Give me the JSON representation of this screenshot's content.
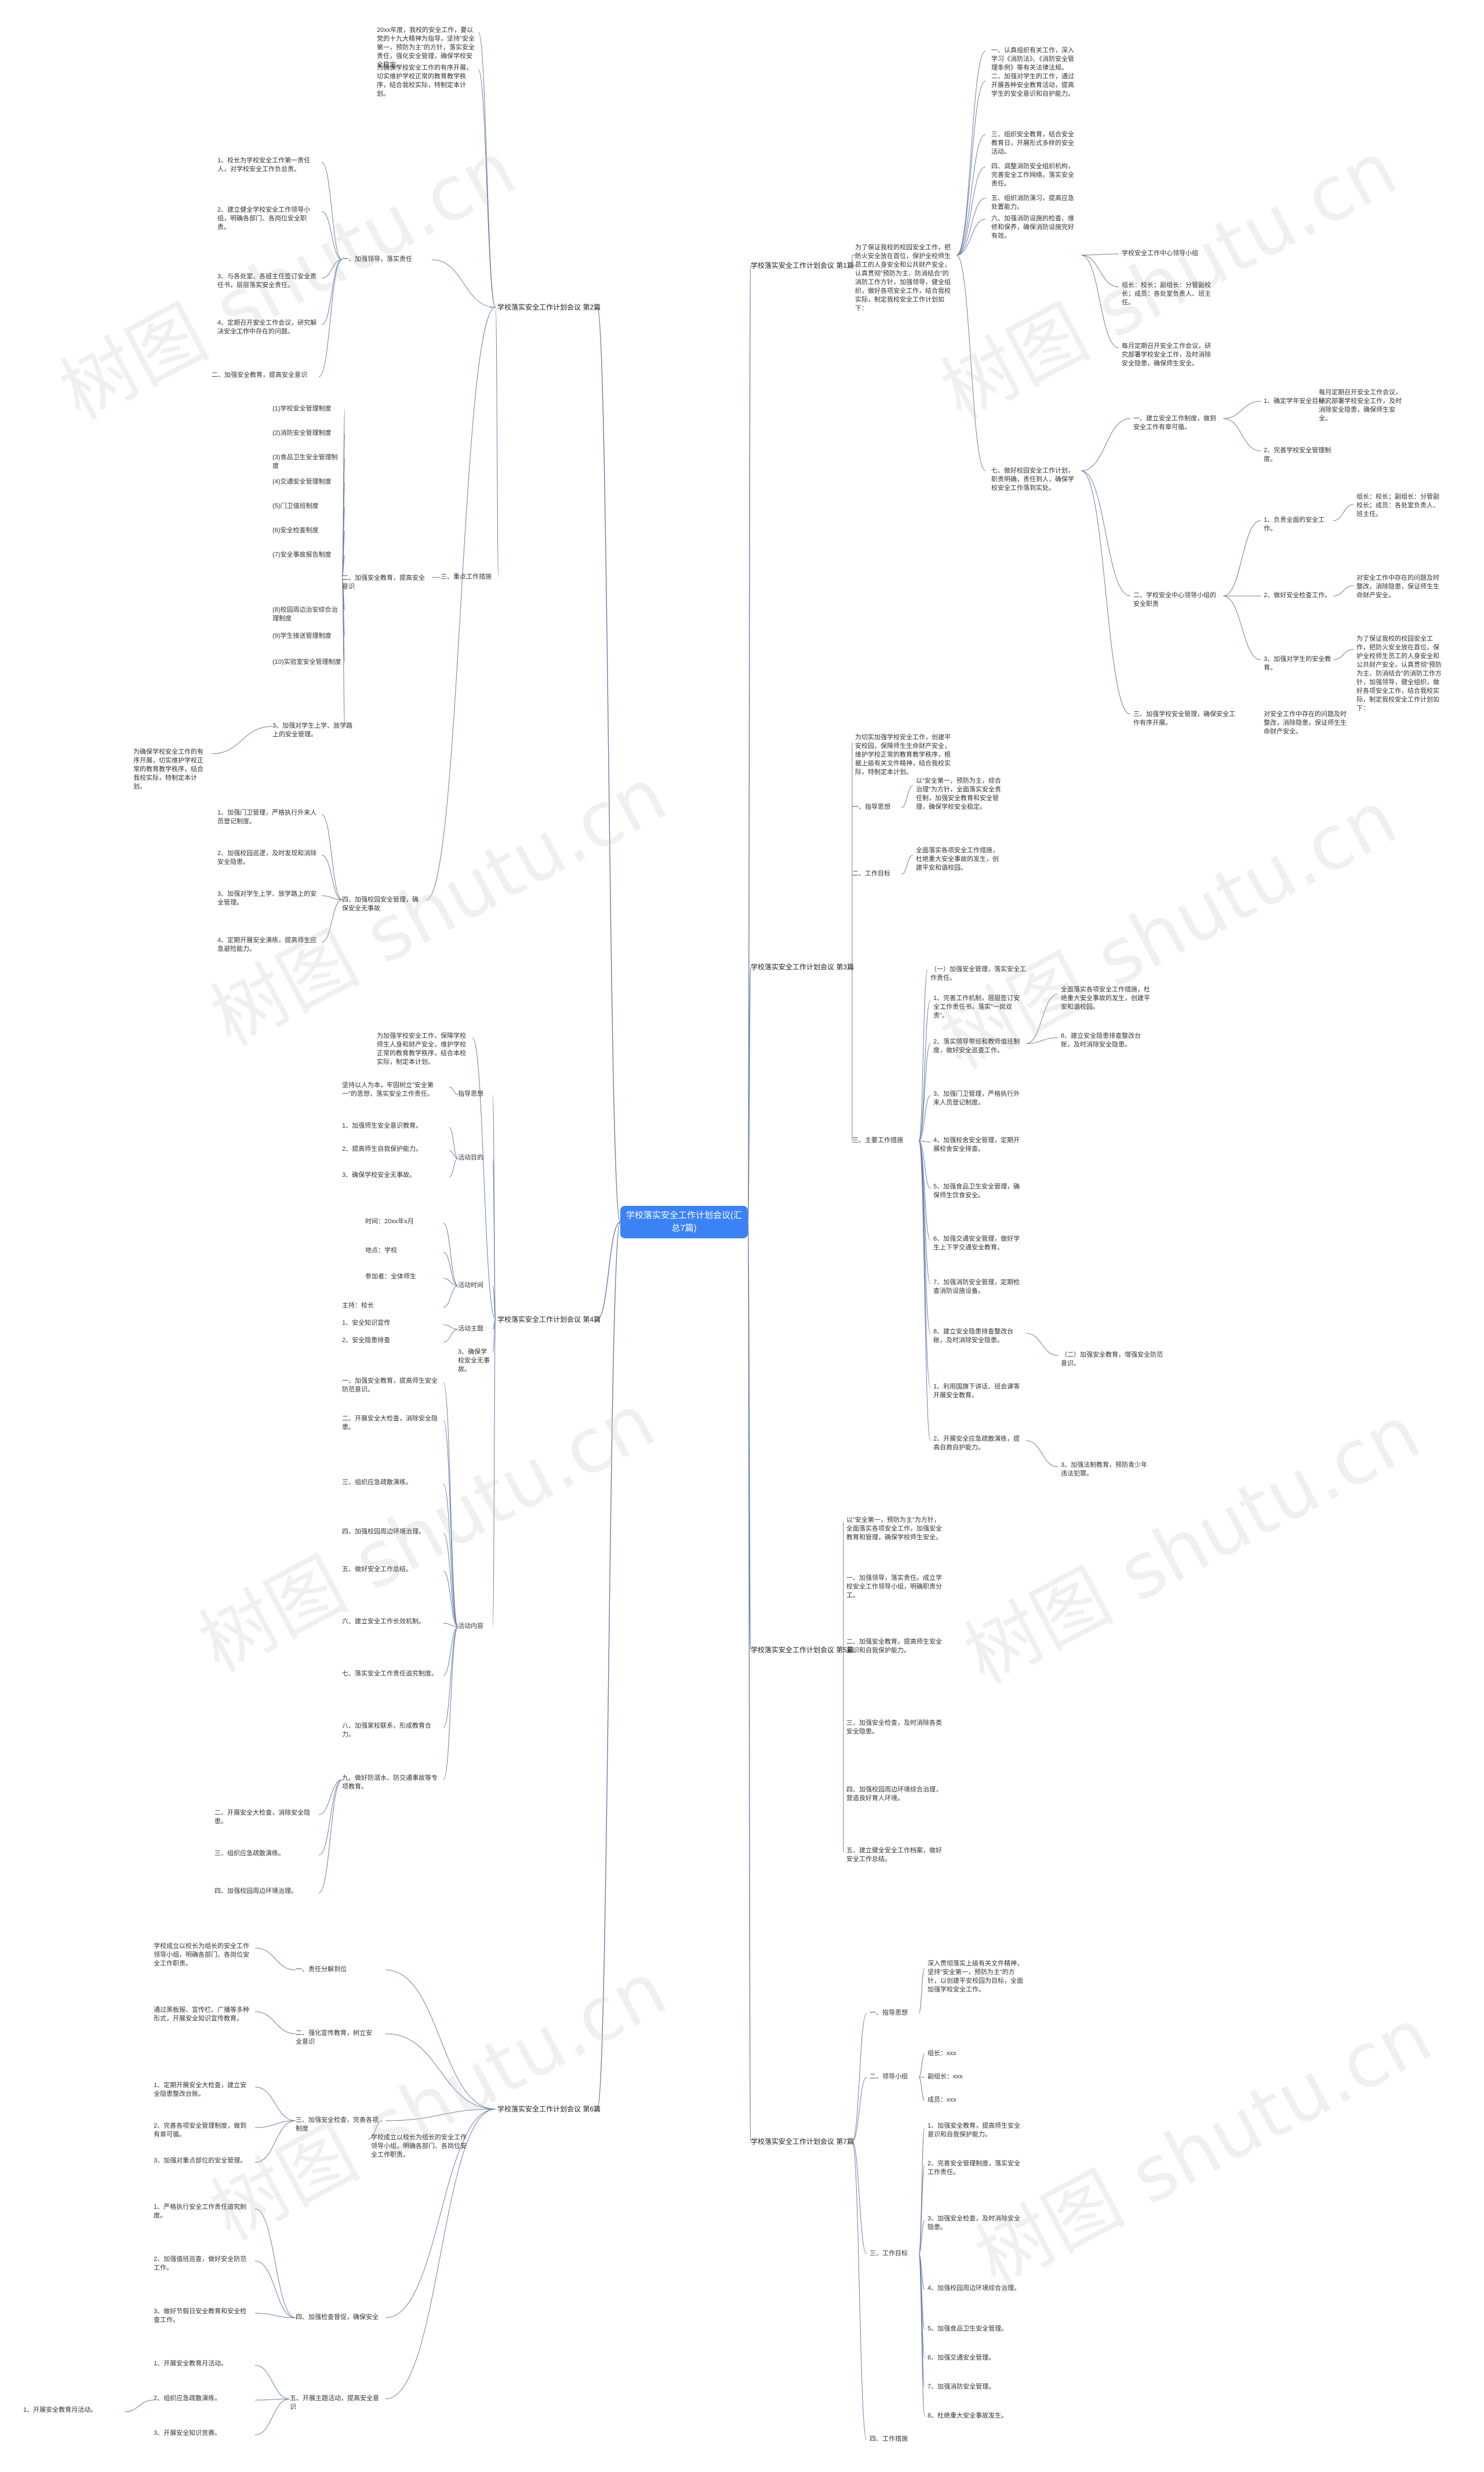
{
  "root": {
    "title": "学校落实安全工作计划会议(汇总7篇)"
  },
  "watermark": "树图 shutu.cn",
  "colors": {
    "root_bg": "#3b82f6",
    "line": "#6b7fa8"
  },
  "branches": {
    "b1": "学校落实安全工作计划会议 第1篇",
    "b2": "学校落实安全工作计划会议 第2篇",
    "b3": "学校落实安全工作计划会议 第3篇",
    "b4": "学校落实安全工作计划会议 第4篇",
    "b5": "学校落实安全工作计划会议 第5篇",
    "b6": "学校落实安全工作计划会议 第6篇",
    "b7": "学校落实安全工作计划会议 第7篇"
  },
  "b1": {
    "intro": "为了保证我校的校园安全工作，把防火安全放在首位，保护全校师生员工的人身安全和公共财产安全，认真贯彻\"预防为主、防消结合\"的消防工作方针，加强领导，健全组织，做好各项安全工作，结合我校实际，制定我校安全工作计划如下：",
    "i1": "一、认真组织有关工作，深入学习《消防法》、《消防安全管理条例》等有关法律法规。",
    "i2": "二、加强对学生的工作，通过开展各种安全教育活动，提高学生的安全意识和自护能力。",
    "i3": "三、组织安全教育，结合安全教育日，开展形式多样的安全活动。",
    "i4": "四、调整消防安全组织机构，完善安全工作网络，落实安全责任。",
    "i5": "五、组织消防演习，提高应急处置能力。",
    "i6": "六、加强消防设施的检查、维修和保养，确保消防设施完好有效。",
    "i7": "七、做好校园安全工作计划，职责明确，责任到人，确保学校安全工作落到实处。",
    "sub_head": "学校安全工作中心领导小组",
    "sub_a": "组长：校长；副组长：分管副校长；成员：各处室负责人、班主任。",
    "sub_b": "每月定期召开安全工作会议，研究部署学校安全工作，及时消除安全隐患，确保师生安全。",
    "p1": "一、建立安全工作制度，做到安全工作有章可循。",
    "p1a": "1、确定学年安全目标。",
    "p1b": "2、完善学校安全管理制度。",
    "p2": "二、学校安全中心领导小组的安全职责",
    "p2a": "1、负责全面的安全工作。",
    "p2b": "2、做好安全检查工作。",
    "p2c": "3、加强对学生的安全教育。",
    "p3": "三、加强学校安全管理，确保安全工作有序开展。",
    "p3a": "对安全工作中存在的问题及时整改，消除隐患，保证师生生命财产安全。"
  },
  "b2": {
    "intro": "20xx年度，我校的安全工作，要以党的十九大精神为指导，坚持\"安全第一，预防为主\"的方针，落实安全责任，强化安全管理，确保学校安全稳定。",
    "intro2": "为确保学校安全工作的有序开展，切实维护学校正常的教育教学秩序，结合我校实际，特制定本计划。",
    "g1": "一、加强领导，落实责任",
    "g1a": "1、校长为学校安全工作第一责任人，对学校安全工作负总责。",
    "g1b": "2、建立健全学校安全工作领导小组，明确各部门、各岗位安全职责。",
    "g1c": "3、与各处室、各班主任签订安全责任书，层层落实安全责任。",
    "g1d": "4、定期召开安全工作会议，研究解决安全工作中存在的问题。",
    "g2": "二、加强安全教育，提高安全意识",
    "g3": "三、重点工作措施",
    "g3a": "(1)学校安全管理制度",
    "g3b": "(2)消防安全管理制度",
    "g3c": "(3)食品卫生安全管理制度",
    "g3d": "(4)交通安全管理制度",
    "g3e": "(5)门卫值班制度",
    "g3f": "(6)安全检查制度",
    "g3g": "(7)安全事故报告制度",
    "g3h": "(8)校园周边治安综合治理制度",
    "g3i": "(9)学生接送管理制度",
    "g3j": "(10)实验室安全管理制度",
    "g4": "四、加强校园安全管理，确保安全无事故",
    "g4a": "1、加强门卫管理，严格执行外来人员登记制度。",
    "g4b": "2、加强校园巡逻，及时发现和消除安全隐患。",
    "g4c": "3、加强对学生上学、放学路上的安全管理。",
    "g4d": "4、定期开展安全演练，提高师生应急避险能力。"
  },
  "b3": {
    "intro": "为切实加强学校安全工作，创建平安校园，保障师生生命财产安全，维护学校正常的教育教学秩序，根据上级有关文件精神，结合我校实际，特制定本计划。",
    "t1": "一、指导思想",
    "t1a": "以\"安全第一，预防为主，综合治理\"为方针，全面落实安全责任制，加强安全教育和安全管理，确保学校安全稳定。",
    "t2": "二、工作目标",
    "t2a": "全面落实各项安全工作措施，杜绝重大安全事故的发生，创建平安和谐校园。",
    "t3": "三、主要工作措施",
    "t3s": "（一）加强安全管理，落实安全工作责任。",
    "t3a": "1、完善工作机制，层层签订安全工作责任书，落实\"一岗双责\"。",
    "t3b": "2、落实领导带班和教师值班制度，做好安全巡查工作。",
    "t3c": "3、加强门卫管理，严格执行外来人员登记制度。",
    "t3d": "4、加强校舍安全管理，定期开展校舍安全排查。",
    "t3e": "5、加强食品卫生安全管理，确保师生饮食安全。",
    "t3f": "6、加强交通安全管理，做好学生上下学交通安全教育。",
    "t3g": "7、加强消防安全管理，定期检查消防设施设备。",
    "t3h": "8、建立安全隐患排查整改台账，及时消除安全隐患。",
    "t3s2": "（二）加强安全教育，增强安全防范意识。",
    "t3i": "1、利用国旗下讲话、班会课等开展安全教育。",
    "t3j": "2、开展安全应急疏散演练，提高自救自护能力。",
    "t3k": "3、加强法制教育，预防青少年违法犯罪。"
  },
  "b4": {
    "intro": "为加强学校安全工作，保障学校师生人身和财产安全，维护学校正常的教育教学秩序，结合本校实际，制定本计划。",
    "h1": "指导思想",
    "h1a": "坚持以人为本，牢固树立\"安全第一\"的思想，落实安全工作责任。",
    "h2": "活动目的",
    "h2a": "1、加强师生安全意识教育。",
    "h2b": "2、提高师生自我保护能力。",
    "h2c": "3、确保学校安全无事故。",
    "h3": "活动时间",
    "h3a": "时间：20xx年x月",
    "h3b": "地点：学校",
    "h3c": "参加者：全体师生",
    "h3d": "主持：校长",
    "h4": "活动主题",
    "h4a": "1、安全知识宣传",
    "h4b": "2、安全隐患排查",
    "h5": "活动内容",
    "h5a": "一、加强安全教育，提高师生安全防范意识。",
    "h5b": "二、开展安全大检查，消除安全隐患。",
    "h5c": "三、组织应急疏散演练。",
    "h5d": "四、加强校园周边环境治理。",
    "h5e": "五、做好安全工作总结。",
    "h5f": "六、建立安全工作长效机制。",
    "h5g": "七、落实安全工作责任追究制度。",
    "h5h": "八、加强家校联系，形成教育合力。",
    "h5i": "九、做好防溺水、防交通事故等专项教育。"
  },
  "b5": {
    "intro": "以\"安全第一，预防为主\"为方针，全面落实各项安全工作，加强安全教育和管理，确保学校师生安全。",
    "s1": "一、加强领导，落实责任。成立学校安全工作领导小组，明确职责分工。",
    "s2": "二、加强安全教育，提高师生安全意识和自我保护能力。",
    "s3": "三、加强安全检查，及时消除各类安全隐患。",
    "s4": "四、加强校园周边环境综合治理，营造良好育人环境。",
    "s5": "五、建立健全安全工作档案，做好安全工作总结。"
  },
  "b6": {
    "j1": "一、责任分解到位",
    "j1a": "学校成立以校长为组长的安全工作领导小组，明确各部门、各岗位安全工作职责。",
    "j2": "二、强化宣传教育，树立安全意识",
    "j2a": "通过黑板报、宣传栏、广播等多种形式，开展安全知识宣传教育。",
    "j3": "三、加强安全检查，完善各项制度",
    "j3a": "1、定期开展安全大检查，建立安全隐患整改台账。",
    "j3b": "2、完善各项安全管理制度，做到有章可循。",
    "j3c": "3、加强对重点部位的安全管理。",
    "j4": "四、加强检查督促，确保安全",
    "j4a": "1、严格执行安全工作责任追究制度。",
    "j4b": "2、加强值班巡查，做好安全防范工作。",
    "j4c": "3、做好节假日安全教育和安全检查工作。",
    "j5": "五、开展主题活动，提高安全意识",
    "j5a": "1、开展安全教育月活动。",
    "j5b": "2、组织应急疏散演练。",
    "j5c": "3、开展安全知识竞赛。"
  },
  "b7": {
    "k1": "一、指导思想",
    "k1a": "深入贯彻落实上级有关文件精神，坚持\"安全第一，预防为主\"的方针，以创建平安校园为目标，全面加强学校安全工作。",
    "k2": "二、领导小组",
    "k2a": "组长：xxx",
    "k2b": "副组长：xxx",
    "k2c": "成员：xxx",
    "k3": "三、工作目标",
    "k3a": "1、加强安全教育，提高师生安全意识和自我保护能力。",
    "k3b": "2、完善安全管理制度，落实安全工作责任。",
    "k3c": "3、加强安全检查，及时消除安全隐患。",
    "k3d": "4、加强校园周边环境综合治理。",
    "k3e": "5、加强食品卫生安全管理。",
    "k3f": "6、加强交通安全管理。",
    "k3g": "7、加强消防安全管理。",
    "k3h": "8、杜绝重大安全事故发生。",
    "k4": "四、工作措施"
  }
}
